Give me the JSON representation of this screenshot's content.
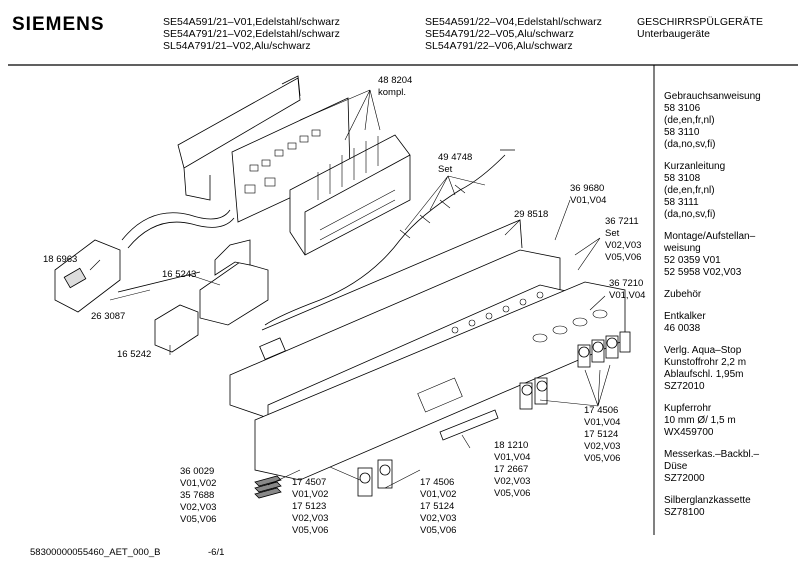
{
  "brand": "SIEMENS",
  "header": {
    "col1": [
      "SE54A591/21–V01,Edelstahl/schwarz",
      "SE54A791/21–V02,Edelstahl/schwarz",
      "SL54A791/21–V02,Alu/schwarz"
    ],
    "col2": [
      "SE54A591/22–V04,Edelstahl/schwarz",
      "SE54A791/22–V05,Alu/schwarz",
      "SL54A791/22–V06,Alu/schwarz"
    ],
    "col3": [
      "GESCHIRRSPÜLGERÄTE",
      "Unterbaugeräte"
    ]
  },
  "parts": {
    "p488204": [
      "48 8204",
      "kompl."
    ],
    "p494748": [
      "49 4748",
      "Set"
    ],
    "p298518": [
      "29 8518"
    ],
    "p369680": [
      "36 9680",
      "V01,V04"
    ],
    "p367211": [
      "36 7211",
      "Set",
      "V02,V03",
      "V05,V06"
    ],
    "p367210": [
      "36 7210",
      "V01,V04"
    ],
    "p186963": [
      "18 6963"
    ],
    "p165243": [
      "16 5243"
    ],
    "p263087": [
      "26 3087"
    ],
    "p165242": [
      "16 5242"
    ],
    "p174506r": [
      "17 4506",
      "V01,V04",
      "17 5124",
      "V02,V03",
      "V05,V06"
    ],
    "p181210": [
      "18 1210",
      "V01,V04",
      "17 2667",
      "V02,V03",
      "V05,V06"
    ],
    "p360029": [
      "36 0029",
      "V01,V02",
      "35 7688",
      "V02,V03",
      "V05,V06"
    ],
    "p174507": [
      "17 4507",
      "V01,V02",
      "17 5123",
      "V02,V03",
      "V05,V06"
    ],
    "p174506b": [
      "17 4506",
      "V01,V02",
      "17 5124",
      "V02,V03",
      "V05,V06"
    ]
  },
  "sidebar": [
    [
      "Gebrauchsanweisung",
      "58 3106",
      "(de,en,fr,nl)",
      "58 3110",
      "(da,no,sv,fi)"
    ],
    [
      "Kurzanleitung",
      "58 3108",
      "(de,en,fr,nl)",
      "58 3111",
      "(da,no,sv,fi)"
    ],
    [
      "Montage/Aufstellan–",
      "weisung",
      "52 0359  V01",
      "52 5958  V02,V03"
    ],
    [
      "Zubehör"
    ],
    [
      "Entkalker",
      "46 0038"
    ],
    [
      "Verlg. Aqua–Stop",
      "Kunstoffrohr 2,2 m",
      "Ablaufschl. 1,95m",
      "SZ72010"
    ],
    [
      "Kupferrohr",
      "10 mm Ø/ 1,5 m",
      "WX459700"
    ],
    [
      "Messerkas.–Backbl.–",
      "Düse",
      "SZ72000"
    ],
    [
      "Silberglanzkassette",
      "SZ78100"
    ]
  ],
  "footer": {
    "docnum": "58300000055460_AET_000_B",
    "page": "-6/1"
  }
}
